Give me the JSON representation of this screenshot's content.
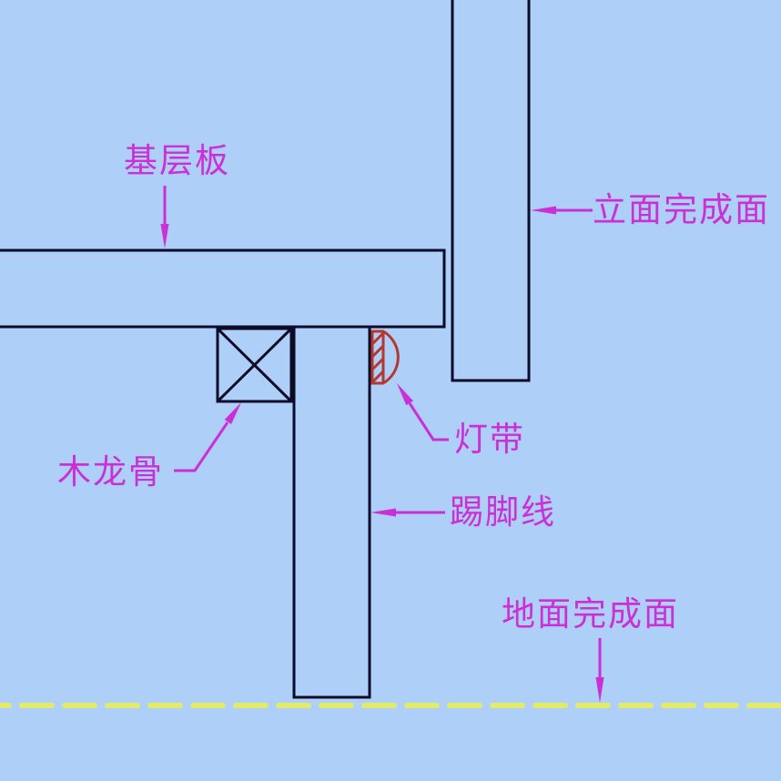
{
  "colors": {
    "background": "#adcff8",
    "ink": "#0c0c28",
    "annotation": "#cb2fd6",
    "light_strip": "#b23830",
    "floor_dash": "#e2ea6a"
  },
  "labels": {
    "base_board": "基层板",
    "elevation_finish": "立面完成面",
    "wood_keel": "木龙骨",
    "light_strip": "灯带",
    "skirting": "踢脚线",
    "floor_finish": "地面完成面"
  }
}
